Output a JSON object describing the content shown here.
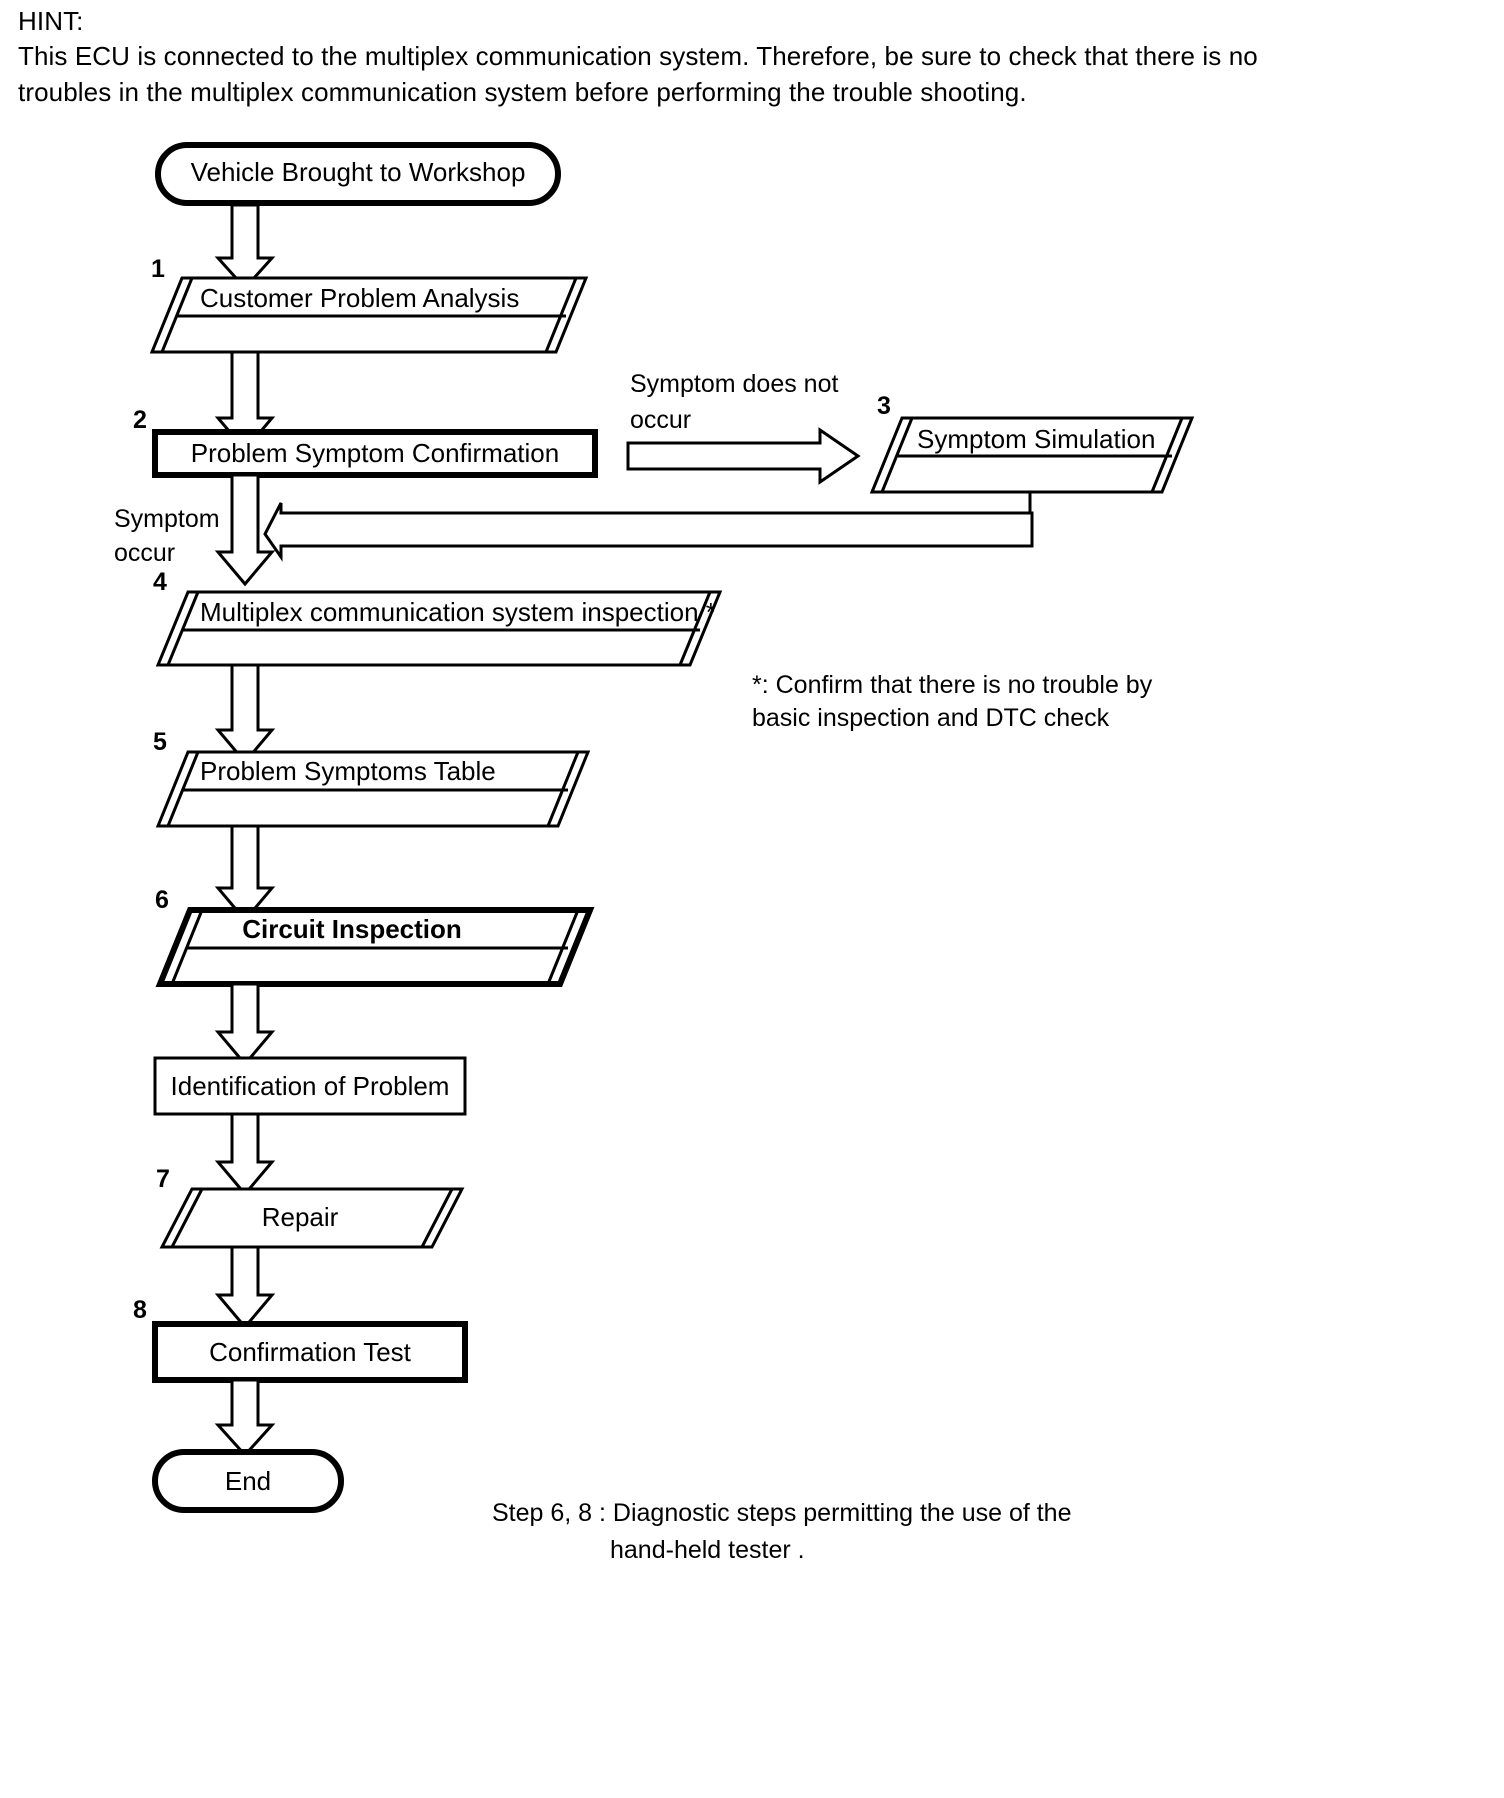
{
  "hint": {
    "title": "HINT:",
    "body": "This ECU is connected to the multiplex communication system. Therefore, be sure to check that there is no troubles in the multiplex communication system before performing the trouble shooting."
  },
  "flowchart": {
    "nodes": {
      "start": {
        "label": "Vehicle Brought to Workshop",
        "shape": "terminator"
      },
      "step1": {
        "number": "1",
        "label": "Customer Problem Analysis",
        "shape": "parallelogram-divided"
      },
      "step2": {
        "number": "2",
        "label": "Problem Symptom Confirmation",
        "shape": "rectangle"
      },
      "step3": {
        "number": "3",
        "label": "Symptom Simulation",
        "shape": "parallelogram-divided"
      },
      "step4": {
        "number": "4",
        "label": "Multiplex communication system inspection *",
        "shape": "parallelogram-divided"
      },
      "step5": {
        "number": "5",
        "label": "Problem Symptoms Table",
        "shape": "parallelogram-divided"
      },
      "step6": {
        "number": "6",
        "label": "Circuit Inspection",
        "shape": "parallelogram-divided-bold"
      },
      "identification": {
        "label": "Identification of Problem",
        "shape": "rectangle"
      },
      "step7": {
        "number": "7",
        "label": "Repair",
        "shape": "parallelogram"
      },
      "step8": {
        "number": "8",
        "label": "Confirmation Test",
        "shape": "rectangle-bold"
      },
      "end": {
        "label": "End",
        "shape": "terminator"
      }
    },
    "edge_labels": {
      "symptom_does_not_occur_line1": "Symptom does not",
      "symptom_does_not_occur_line2": "occur",
      "symptom_occur_line1": "Symptom",
      "symptom_occur_line2": "occur"
    }
  },
  "notes": {
    "asterisk_line1": "*: Confirm that there is no trouble by",
    "asterisk_line2": "basic inspection and DTC check",
    "steps_note_line1": "Step 6, 8 : Diagnostic steps permitting the use of the",
    "steps_note_line2": "hand-held tester ."
  }
}
